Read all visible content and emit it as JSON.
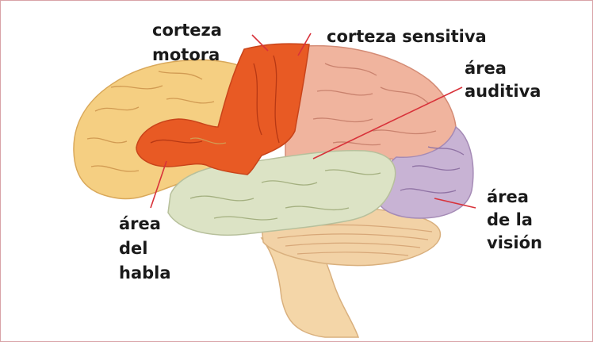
{
  "labels": {
    "motor_cortex": [
      "corteza",
      "motora"
    ],
    "sensory_cortex": [
      "corteza sensitiva"
    ],
    "auditory_area": [
      "área",
      "auditiva"
    ],
    "speech_area": [
      "área",
      "del",
      "habla"
    ],
    "vision_area": [
      "área",
      "de la",
      "visión"
    ]
  },
  "colors": {
    "frontal_lobe": "#f5cf82",
    "motor_cortex": "#e85a24",
    "parietal_lobe": "#f0b49e",
    "temporal_lobe": "#dce3c5",
    "occipital_lobe": "#c8b3d4",
    "cerebellum": "#f2d2a6",
    "brainstem": "#f4d6a8",
    "pointer_line": "#d8323a",
    "frame_border": "#d9a3a8",
    "label_text": "#1a1a1a"
  }
}
